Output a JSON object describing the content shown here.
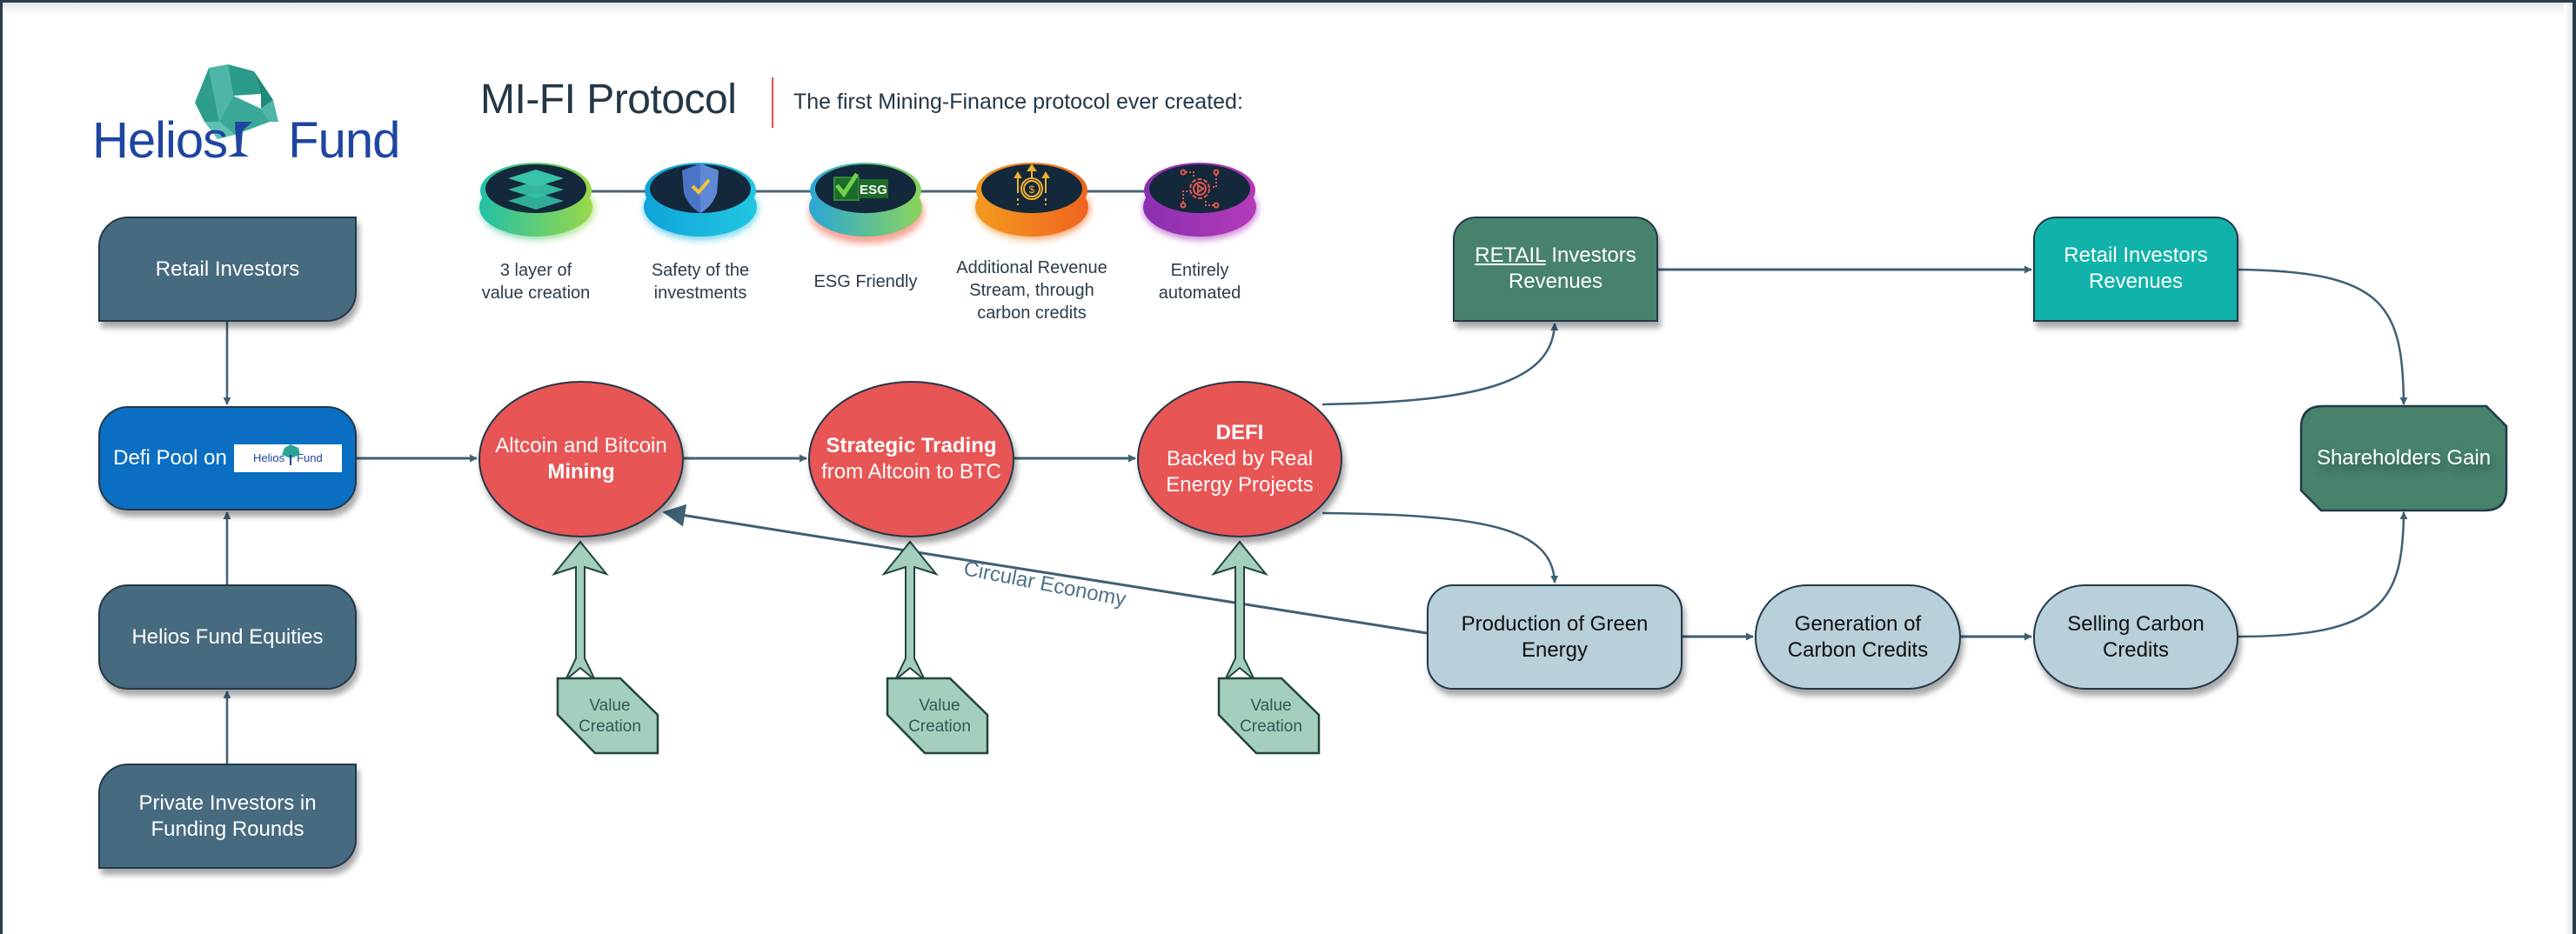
{
  "brand": {
    "logo_text_left": "Helios",
    "logo_text_right": "Fund",
    "logo_icon": "tree-icon",
    "colors": {
      "logo_text": "#1e45a0",
      "logo_leaf": "#2aa394"
    }
  },
  "header": {
    "title": "MI-FI Protocol",
    "subtitle": "The first Mining-Finance protocol ever created:",
    "divider_color": "#d9534f"
  },
  "features": [
    {
      "icon": "layers-icon",
      "line1": "3 layer of",
      "line2": "value creation",
      "line3": "",
      "ring": [
        "#21c0a8",
        "#9ad94a"
      ]
    },
    {
      "icon": "shield-check-icon",
      "line1": "Safety of the",
      "line2": "investments",
      "line3": "",
      "ring": [
        "#0ea3d9",
        "#22c7e0"
      ]
    },
    {
      "icon": "esg-check-icon",
      "line1": "ESG Friendly",
      "line2": "",
      "line3": "",
      "ring": [
        "#2aa7d6",
        "#8bd45a"
      ]
    },
    {
      "icon": "revenue-dollar-icon",
      "line1": "Additional Revenue",
      "line2": "Stream, through",
      "line3": "carbon credits",
      "ring": [
        "#f29a1f",
        "#f0641f"
      ]
    },
    {
      "icon": "automation-gear-icon",
      "line1": "Entirely",
      "line2": "automated",
      "line3": "",
      "ring": [
        "#8a2fb0",
        "#b43bb9"
      ]
    }
  ],
  "nodes": {
    "retail_investors": "Retail Investors",
    "defi_pool": "Defi Pool on",
    "defi_pool_logo_left": "Helios",
    "defi_pool_logo_right": "Fund",
    "helios_equities": "Helios Fund Equities",
    "private_investors_l1": "Private Investors in",
    "private_investors_l2": "Funding Rounds",
    "mining_l1": "Altcoin and Bitcoin",
    "mining_l2": "Mining",
    "trading_l1": "Strategic Trading",
    "trading_l2": "from Altcoin to BTC",
    "defi_l1": "DEFI",
    "defi_l2": "Backed by Real",
    "defi_l3": "Energy Projects",
    "retail_rev_emph": "RETAIL",
    "retail_rev_l1_rest": " Investors",
    "retail_rev_l2": "Revenues",
    "retail_rev2_l1": "Retail Investors",
    "retail_rev2_l2": "Revenues",
    "shareholders": "Shareholders Gain",
    "green_energy_l1": "Production of Green",
    "green_energy_l2": "Energy",
    "carbon_gen_l1": "Generation of",
    "carbon_gen_l2": "Carbon Credits",
    "carbon_sell_l1": "Selling Carbon",
    "carbon_sell_l2": "Credits"
  },
  "value_creation": [
    {
      "l1": "Value",
      "l2": "Creation"
    },
    {
      "l1": "Value",
      "l2": "Creation"
    },
    {
      "l1": "Value",
      "l2": "Creation"
    }
  ],
  "connectors": {
    "circular_label": "Circular Economy",
    "line_color": "#3f5f73"
  }
}
